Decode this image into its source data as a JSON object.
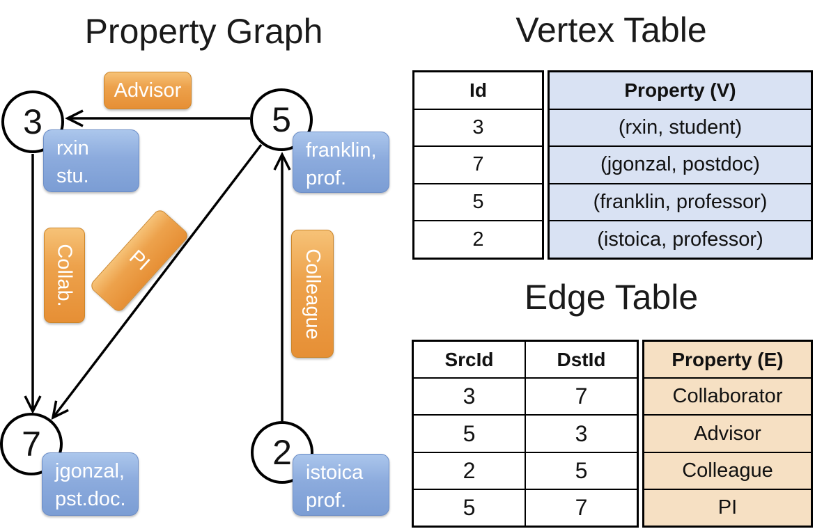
{
  "graph": {
    "title": "Property Graph",
    "nodes": [
      {
        "label": "3"
      },
      {
        "label": "5"
      },
      {
        "label": "7"
      },
      {
        "label": "2"
      }
    ],
    "property_boxes": [
      {
        "line1": "rxin",
        "line2": "stu."
      },
      {
        "line1": "franklin,",
        "line2": "prof."
      },
      {
        "line1": "jgonzal,",
        "line2": "pst.doc."
      },
      {
        "line1": "istoica",
        "line2": "prof."
      }
    ],
    "edge_labels": [
      {
        "label": "Advisor"
      },
      {
        "label": "Collab."
      },
      {
        "label": "PI"
      },
      {
        "label": "Colleague"
      }
    ]
  },
  "vertex_table": {
    "title": "Vertex Table",
    "headers": [
      "Id",
      "Property (V)"
    ],
    "rows": [
      [
        "3",
        "(rxin, student)"
      ],
      [
        "7",
        "(jgonzal, postdoc)"
      ],
      [
        "5",
        "(franklin, professor)"
      ],
      [
        "2",
        "(istoica, professor)"
      ]
    ]
  },
  "edge_table": {
    "title": "Edge Table",
    "headers": [
      "SrcId",
      "DstId",
      "Property (E)"
    ],
    "rows": [
      [
        "3",
        "7",
        "Collaborator"
      ],
      [
        "5",
        "3",
        "Advisor"
      ],
      [
        "2",
        "5",
        "Colleague"
      ],
      [
        "5",
        "7",
        "PI"
      ]
    ]
  },
  "colors": {
    "vertex_property_fill": "#d9e2f3",
    "edge_property_fill": "#f6e0c3",
    "edge_label_orange": "#e68f35",
    "vertex_box_blue": "#7b9dd4",
    "line_black": "#000000"
  }
}
